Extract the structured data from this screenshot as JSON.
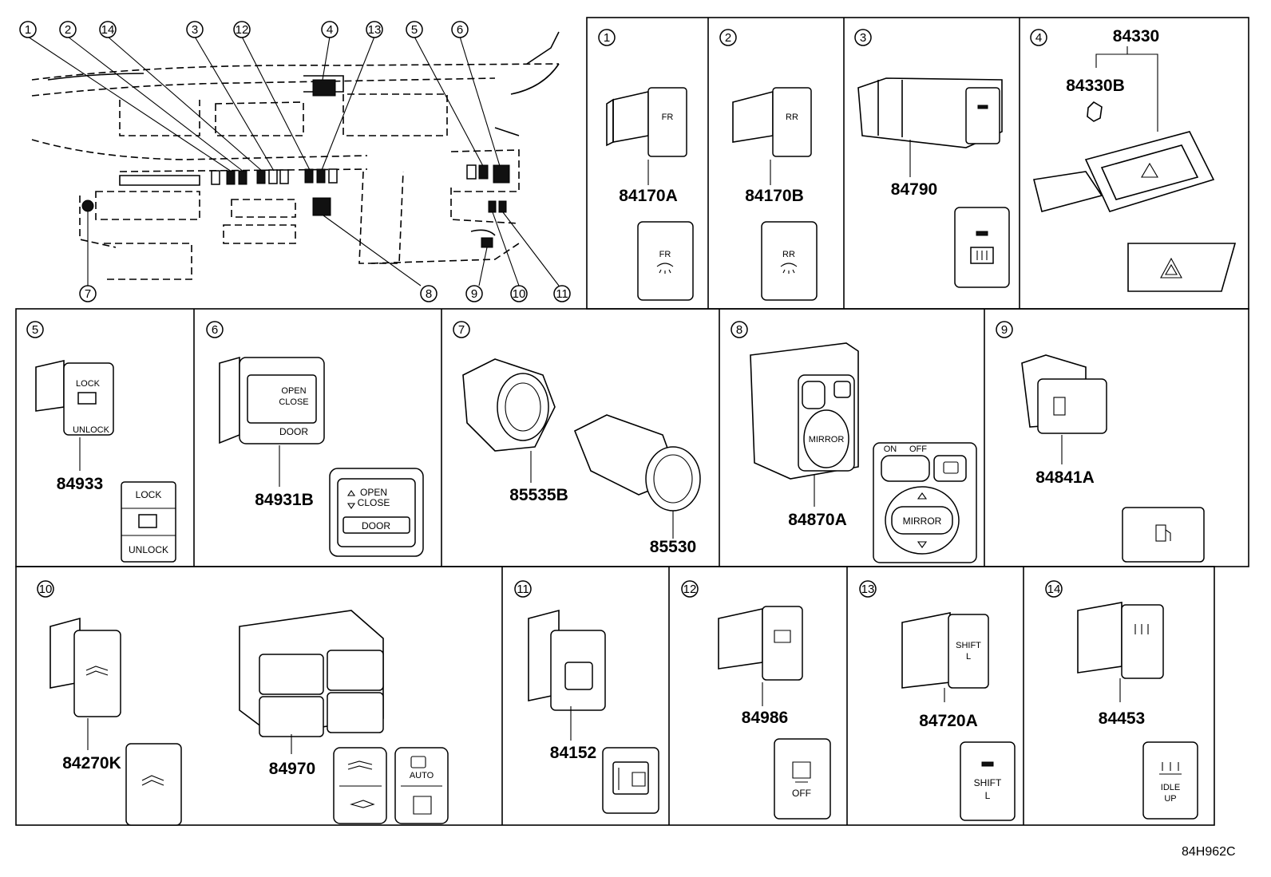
{
  "diagram": {
    "drawing_code": "84H962C",
    "overview_callouts": [
      "1",
      "2",
      "14",
      "3",
      "12",
      "4",
      "13",
      "5",
      "6",
      "7",
      "8",
      "9",
      "10",
      "11"
    ],
    "panels": [
      {
        "id": "1",
        "parts": [
          "84170A"
        ],
        "legend": [
          "FR"
        ]
      },
      {
        "id": "2",
        "parts": [
          "84170B"
        ],
        "legend": [
          "RR"
        ]
      },
      {
        "id": "3",
        "parts": [
          "84790"
        ],
        "legend": []
      },
      {
        "id": "4",
        "parts": [
          "84330",
          "84330B"
        ],
        "legend": []
      },
      {
        "id": "5",
        "parts": [
          "84933"
        ],
        "legend": [
          "LOCK",
          "UNLOCK"
        ]
      },
      {
        "id": "6",
        "parts": [
          "84931B"
        ],
        "legend": [
          "OPEN",
          "CLOSE",
          "DOOR"
        ]
      },
      {
        "id": "7",
        "parts": [
          "85535B",
          "85530"
        ],
        "legend": []
      },
      {
        "id": "8",
        "parts": [
          "84870A"
        ],
        "legend": [
          "ON",
          "OFF",
          "MIRROR"
        ]
      },
      {
        "id": "9",
        "parts": [
          "84841A"
        ],
        "legend": []
      },
      {
        "id": "10",
        "parts": [
          "84270K",
          "84970"
        ],
        "legend": [
          "AUTO"
        ]
      },
      {
        "id": "11",
        "parts": [
          "84152"
        ],
        "legend": []
      },
      {
        "id": "12",
        "parts": [
          "84986"
        ],
        "legend": [
          "OFF"
        ]
      },
      {
        "id": "13",
        "parts": [
          "84720A"
        ],
        "legend": [
          "SHIFT",
          "L"
        ]
      },
      {
        "id": "14",
        "parts": [
          "84453"
        ],
        "legend": [
          "IDLE",
          "UP"
        ]
      }
    ]
  }
}
